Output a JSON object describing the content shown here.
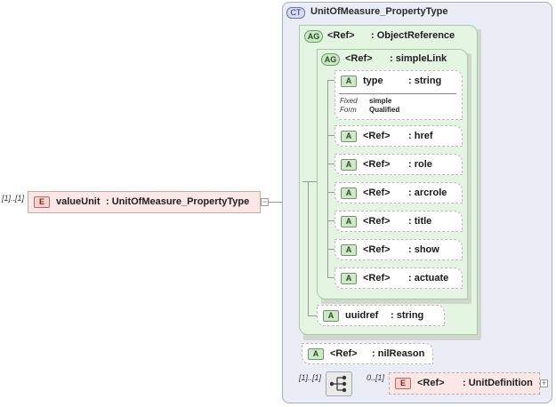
{
  "root_element": {
    "badge": "E",
    "cardinality": "[1]..[1]",
    "name": "valueUnit",
    "type": "UnitOfMeasure_PropertyType"
  },
  "complex_type": {
    "badge": "CT",
    "name": "UnitOfMeasure_PropertyType"
  },
  "attribute_group_outer": {
    "badge": "AG",
    "ref": "<Ref>",
    "type": ": ObjectReference"
  },
  "attribute_group_inner": {
    "badge": "AG",
    "ref": "<Ref>",
    "type": ": simpleLink"
  },
  "type_attribute": {
    "badge": "A",
    "name": "type",
    "type": ": string",
    "fixed_label": "Fixed",
    "fixed_value": "simple",
    "form_label": "Form",
    "form_value": "Qualified"
  },
  "link_attributes": [
    {
      "badge": "A",
      "name": "<Ref>",
      "type": ": href"
    },
    {
      "badge": "A",
      "name": "<Ref>",
      "type": ": role"
    },
    {
      "badge": "A",
      "name": "<Ref>",
      "type": ": arcrole"
    },
    {
      "badge": "A",
      "name": "<Ref>",
      "type": ": title"
    },
    {
      "badge": "A",
      "name": "<Ref>",
      "type": ": show"
    },
    {
      "badge": "A",
      "name": "<Ref>",
      "type": ": actuate"
    }
  ],
  "uuidref_attribute": {
    "badge": "A",
    "name": "uuidref",
    "type": ": string"
  },
  "nilreason_attribute": {
    "badge": "A",
    "name": "<Ref>",
    "type": ": nilReason"
  },
  "sequence": {
    "cardinality": "[1]..[1]"
  },
  "unit_definition": {
    "badge": "E",
    "cardinality": "0..[1]",
    "name": "<Ref>",
    "type": ": UnitDefinition"
  }
}
